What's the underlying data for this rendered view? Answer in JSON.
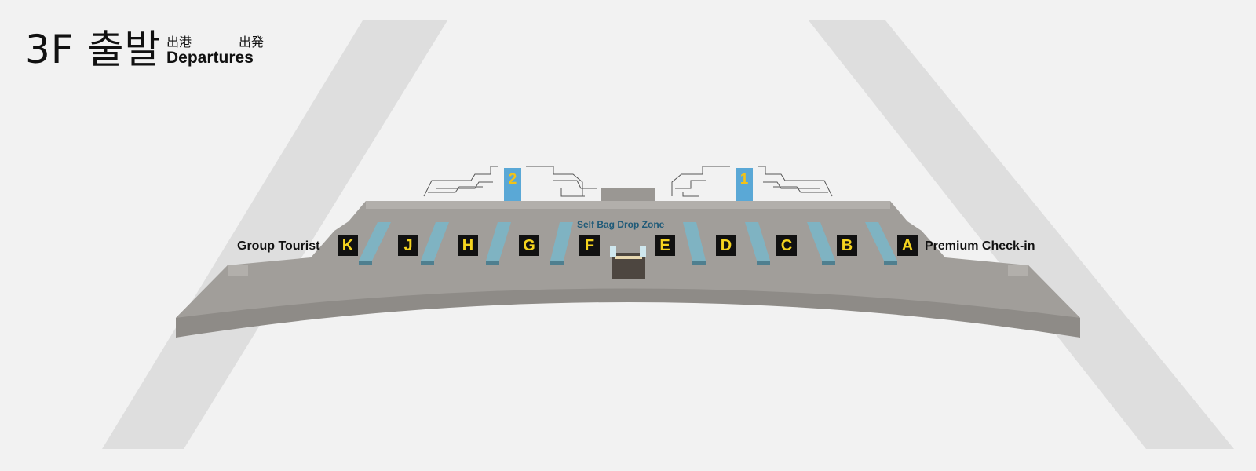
{
  "header": {
    "floor": "3F 출발",
    "label_ja": "出港",
    "label_zh": "出発",
    "label_en": "Departures"
  },
  "labels": {
    "left_side": "Group Tourist",
    "right_side": "Premium Check-in",
    "self_bag_drop": "Self Bag Drop Zone"
  },
  "counters": [
    "K",
    "J",
    "H",
    "G",
    "F",
    "E",
    "D",
    "C",
    "B",
    "A"
  ],
  "gates": [
    "2",
    "1"
  ],
  "colors": {
    "background": "#f2f2f2",
    "road": "#dddddd",
    "terminal": "#a19e9a",
    "counter_island": "#7fb3c2",
    "gate_tower": "#5aa8d6",
    "counter_letter": "#f5d41f",
    "zone_text": "#1f5a78"
  }
}
